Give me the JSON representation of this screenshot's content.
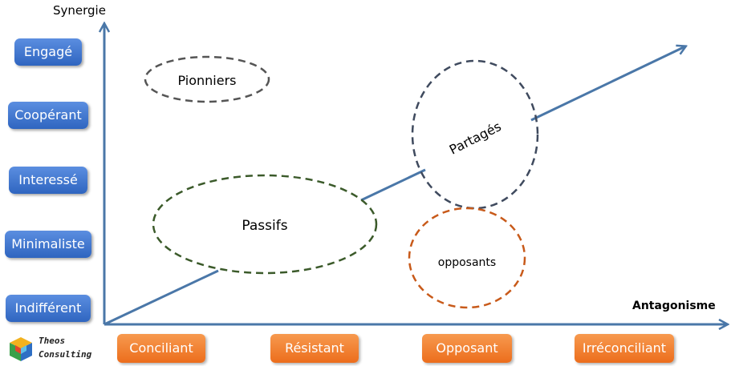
{
  "axes": {
    "y_label": "Synergie",
    "x_label": "Antagonisme",
    "y_levels": [
      "Engagé",
      "Coopérant",
      "Interessé",
      "Minimaliste",
      "Indifférent"
    ],
    "x_levels": [
      "Conciliant",
      "Résistant",
      "Opposant",
      "Irréconciliant"
    ]
  },
  "groups": {
    "pionniers": "Pionniers",
    "partages": "Partagés",
    "passifs": "Passifs",
    "opposants": "opposants"
  },
  "logo": {
    "line1": "Theos",
    "line2": "Consulting"
  },
  "colors": {
    "axis": "#4a77a8",
    "y_button": "#3f76d2",
    "x_button": "#f07a2a",
    "pionniers_border": "#555555",
    "partages_border": "#3f4a5e",
    "passifs_border": "#3b5a2a",
    "opposants_border": "#c85a1a"
  }
}
